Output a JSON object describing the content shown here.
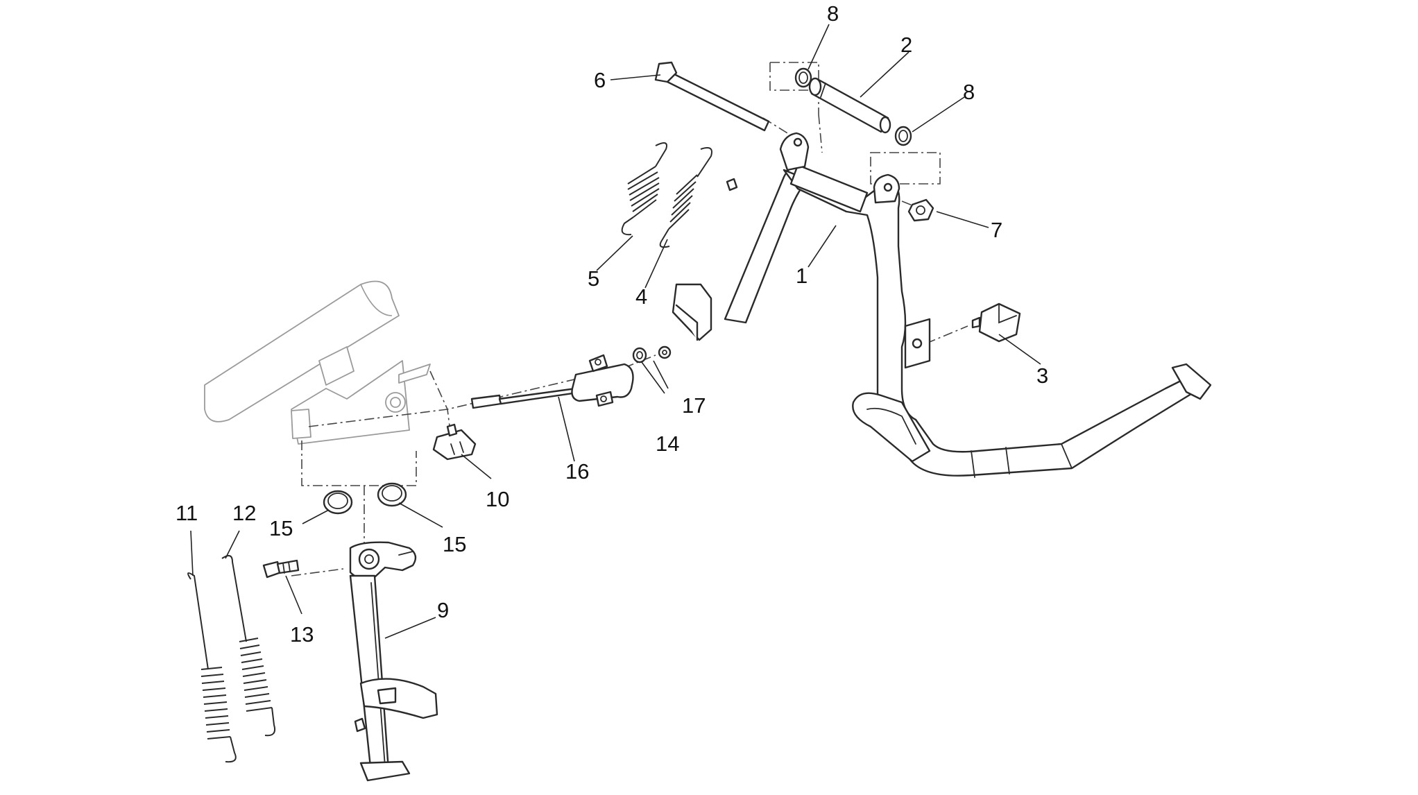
{
  "callouts": {
    "c1": "1",
    "c2": "2",
    "c3": "3",
    "c4": "4",
    "c5": "5",
    "c6": "6",
    "c7": "7",
    "c8a": "8",
    "c8b": "8",
    "c9": "9",
    "c10": "10",
    "c11": "11",
    "c12": "12",
    "c13": "13",
    "c14": "14",
    "c15a": "15",
    "c15b": "15",
    "c16": "16",
    "c17": "17"
  }
}
